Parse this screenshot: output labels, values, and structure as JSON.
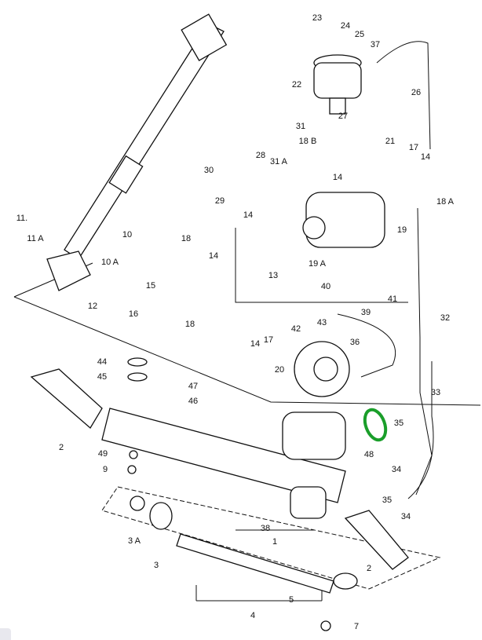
{
  "diagram": {
    "callouts": [
      "23",
      "24",
      "25",
      "37",
      "22",
      "26",
      "31",
      "27",
      "21",
      "17",
      "14",
      "18 B",
      "31 A",
      "14",
      "28",
      "30",
      "29",
      "18 A",
      "11.",
      "11 A",
      "10",
      "10 A",
      "12",
      "14",
      "18",
      "19",
      "14",
      "19 A",
      "13",
      "15",
      "40",
      "16",
      "41",
      "39",
      "32",
      "42",
      "43",
      "18",
      "14",
      "17",
      "36",
      "20",
      "44",
      "45",
      "47",
      "46",
      "2",
      "35",
      "48",
      "33",
      "49",
      "9",
      "34",
      "35",
      "34",
      "38",
      "1",
      "3 A",
      "3",
      "2",
      "5",
      "4",
      "7"
    ],
    "highlight_color": "#1a9e2a"
  }
}
